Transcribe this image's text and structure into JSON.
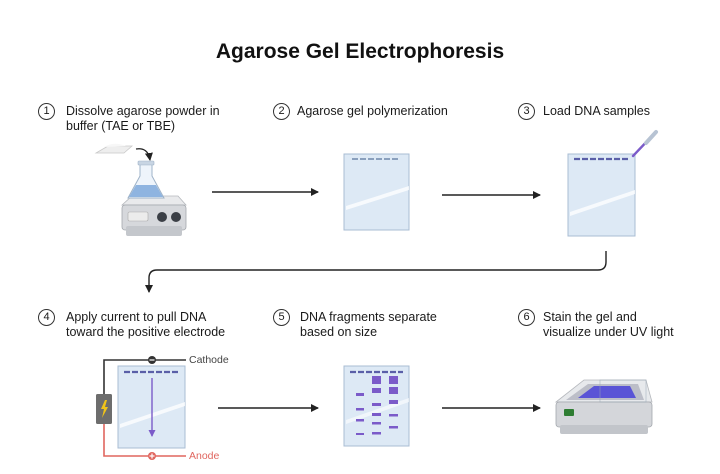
{
  "title": "Agarose Gel Electrophoresis",
  "steps": [
    {
      "num": "1",
      "line1": "Dissolve agarose powder in",
      "line2": "buffer (TAE or TBE)"
    },
    {
      "num": "2",
      "line1": "Agarose gel polymerization",
      "line2": ""
    },
    {
      "num": "3",
      "line1": "Load DNA samples",
      "line2": ""
    },
    {
      "num": "4",
      "line1": "Apply current to pull DNA",
      "line2": "toward the positive electrode"
    },
    {
      "num": "5",
      "line1": "DNA fragments separate",
      "line2": "based on size"
    },
    {
      "num": "6",
      "line1": "Stain the gel and",
      "line2": "visualize under UV light"
    }
  ],
  "electrodes": {
    "cathode": "Cathode",
    "anode": "Anode"
  },
  "colors": {
    "gel": "#dde9f5",
    "gel_border": "#a9bdd3",
    "dna_band": "#7b5bc9",
    "well": "#5a5fa8",
    "cathode_wire": "#333333",
    "anode_wire": "#e0665f",
    "arrow": "#222222",
    "power_supply": "#6d6d6d",
    "lightning": "#f0c419",
    "flask_liquid": "#8fb4e0",
    "uv_gel": "#5a54d6"
  },
  "icons": [
    "lightning-icon",
    "hot-plate-icon",
    "flask-icon",
    "pipette-icon",
    "uv-transilluminator-icon",
    "plus-icon",
    "minus-icon"
  ]
}
